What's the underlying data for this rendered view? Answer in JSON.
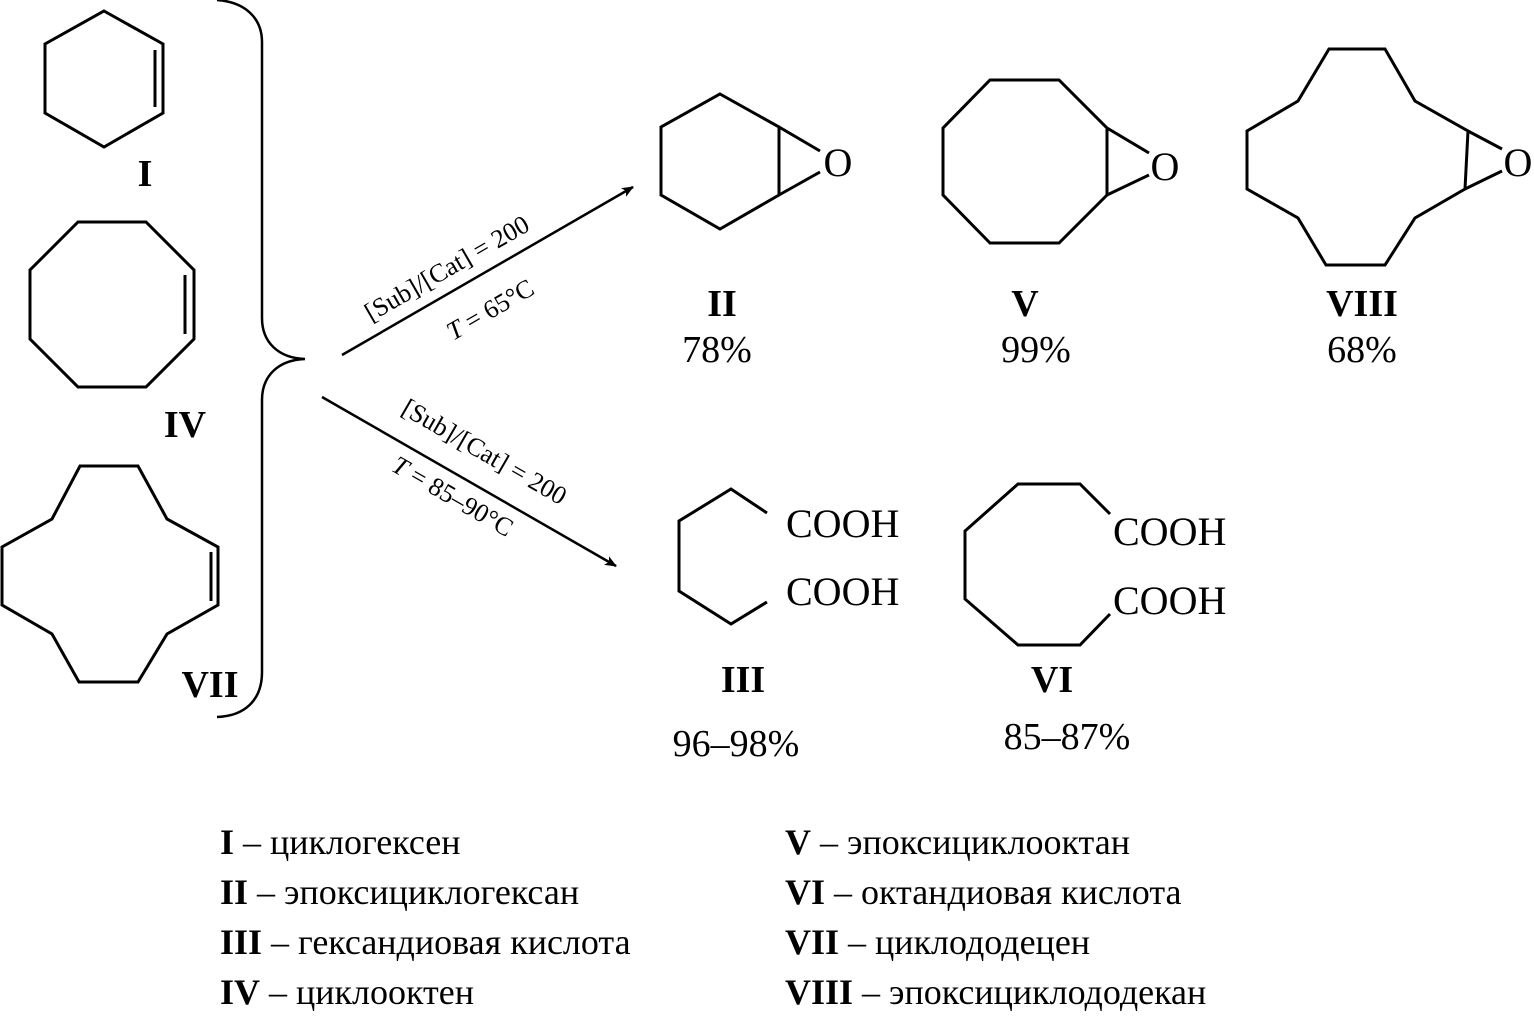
{
  "reactants": [
    {
      "id": "I",
      "label": "I",
      "structure": "cyclohexene"
    },
    {
      "id": "IV",
      "label": "IV",
      "structure": "cyclooctene"
    },
    {
      "id": "VII",
      "label": "VII",
      "structure": "cyclododecene"
    }
  ],
  "pathways": {
    "epoxidation": {
      "ratio": "[Sub]/[Cat] = 200",
      "temperature_var": "T",
      "temperature_rest": " = 65°C",
      "products": [
        {
          "id": "II",
          "label": "II",
          "yield": "78%",
          "heteroatom": "O"
        },
        {
          "id": "V",
          "label": "V",
          "yield": "99%",
          "heteroatom": "O"
        },
        {
          "id": "VIII",
          "label": "VIII",
          "yield": "68%",
          "heteroatom": "O"
        }
      ]
    },
    "oxidative_cleavage": {
      "ratio": "[Sub]/[Cat] = 200",
      "temperature_var": "T",
      "temperature_rest": " = 85–90°C",
      "products": [
        {
          "id": "III",
          "label": "III",
          "yield": "96–98%",
          "groups": [
            "COOH",
            "COOH"
          ]
        },
        {
          "id": "VI",
          "label": "VI",
          "yield": "85–87%",
          "groups": [
            "COOH",
            "COOH"
          ]
        }
      ]
    }
  },
  "legend": {
    "left": [
      {
        "num": "I",
        "text": " – циклогексен"
      },
      {
        "num": "II",
        "text": " – эпоксициклогексан"
      },
      {
        "num": "III",
        "text": " – гександиовая кислота"
      },
      {
        "num": "IV",
        "text": " – циклооктен"
      }
    ],
    "right": [
      {
        "num": "V",
        "text": " – эпоксициклооктан"
      },
      {
        "num": "VI",
        "text": " – октандиовая кислота"
      },
      {
        "num": "VII",
        "text": " – циклододецен"
      },
      {
        "num": "VIII",
        "text": " – эпоксициклододекан"
      }
    ]
  }
}
